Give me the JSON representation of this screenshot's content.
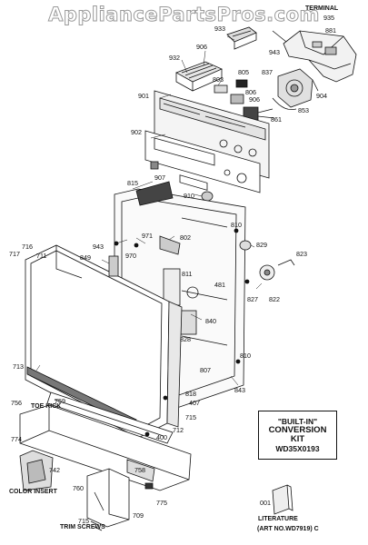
{
  "watermark": "AppliancePartsPros.com",
  "headings": {
    "terminal": "TERMINAL",
    "toe_kick": "TOE KICK",
    "color_insert": "COLOR INSERT",
    "trim_screws": "TRIM SCREWS",
    "literature": "LITERATURE"
  },
  "kit_box": {
    "line1": "\"BUILT-IN\"",
    "line2": "CONVERSION",
    "line3": "KIT",
    "line4": "WD35X0193"
  },
  "art_number": "(ART NO.WD7919) C",
  "part_labels": {
    "p935": "935",
    "p881": "881",
    "p933": "933",
    "p906a": "906",
    "p943a": "943",
    "p932": "932",
    "p803": "803",
    "p805": "805",
    "p837": "837",
    "p806": "806",
    "p906b": "906",
    "p901": "901",
    "p904": "904",
    "p853": "853",
    "p861": "861",
    "p902": "902",
    "p907": "907",
    "p815": "815",
    "p910": "910",
    "p810a": "810",
    "p971": "971",
    "p802": "802",
    "p829": "829",
    "p823": "823",
    "p943b": "943",
    "p970": "970",
    "p849": "849",
    "p716": "716",
    "p717": "717",
    "p711": "711",
    "p811": "811",
    "p481": "481",
    "p827": "827",
    "p822": "822",
    "p840": "840",
    "p828": "828",
    "p713": "713",
    "p807": "807",
    "p810b": "810",
    "p843": "843",
    "p818": "818",
    "p407": "407",
    "p756": "756",
    "p759": "759",
    "p715a": "715",
    "p712": "712",
    "p400": "400",
    "p774": "774",
    "p742": "742",
    "p758": "758",
    "p760": "760",
    "p775": "775",
    "p709": "709",
    "p715b": "715",
    "p001": "001"
  }
}
